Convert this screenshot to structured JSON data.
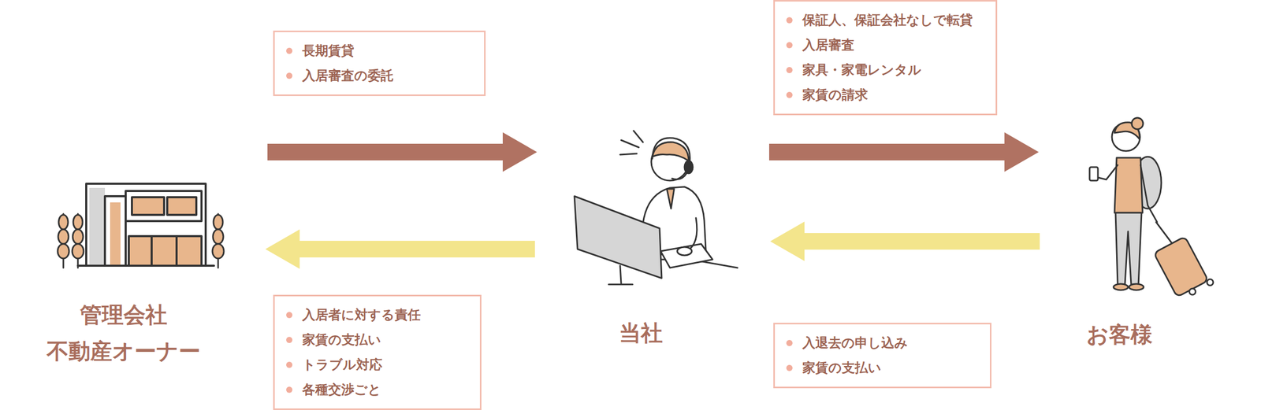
{
  "diagram": {
    "nodes": [
      {
        "text": [
          "長期賃貸",
          "入居審査の委託"
        ]
      },
      {
        "text": [
          "保証人、保証会社なしで転貸",
          "入居審査",
          "家具・家電レンタル",
          "家賃の請求"
        ]
      },
      {
        "text": [
          "管理会社 不動産オーナー"
        ]
      },
      {
        "text": [
          "当社"
        ]
      },
      {
        "text": [
          "お客様"
        ]
      },
      {
        "text": [
          "入居者に対する責任",
          "家賃の支払い",
          "トラブル対応",
          "各種交渉ごと"
        ]
      },
      {
        "text": [
          "入退去の申し込み",
          "家賃の支払い"
        ]
      }
    ],
    "edges": [
      {
        "from": 2,
        "to": 3,
        "arrow": "to"
      },
      {
        "from": 3,
        "to": 4,
        "arrow": "to"
      },
      {
        "from": 3,
        "to": 2,
        "arrow": "to"
      },
      {
        "from": 4,
        "to": 3,
        "arrow": "to"
      }
    ]
  }
}
